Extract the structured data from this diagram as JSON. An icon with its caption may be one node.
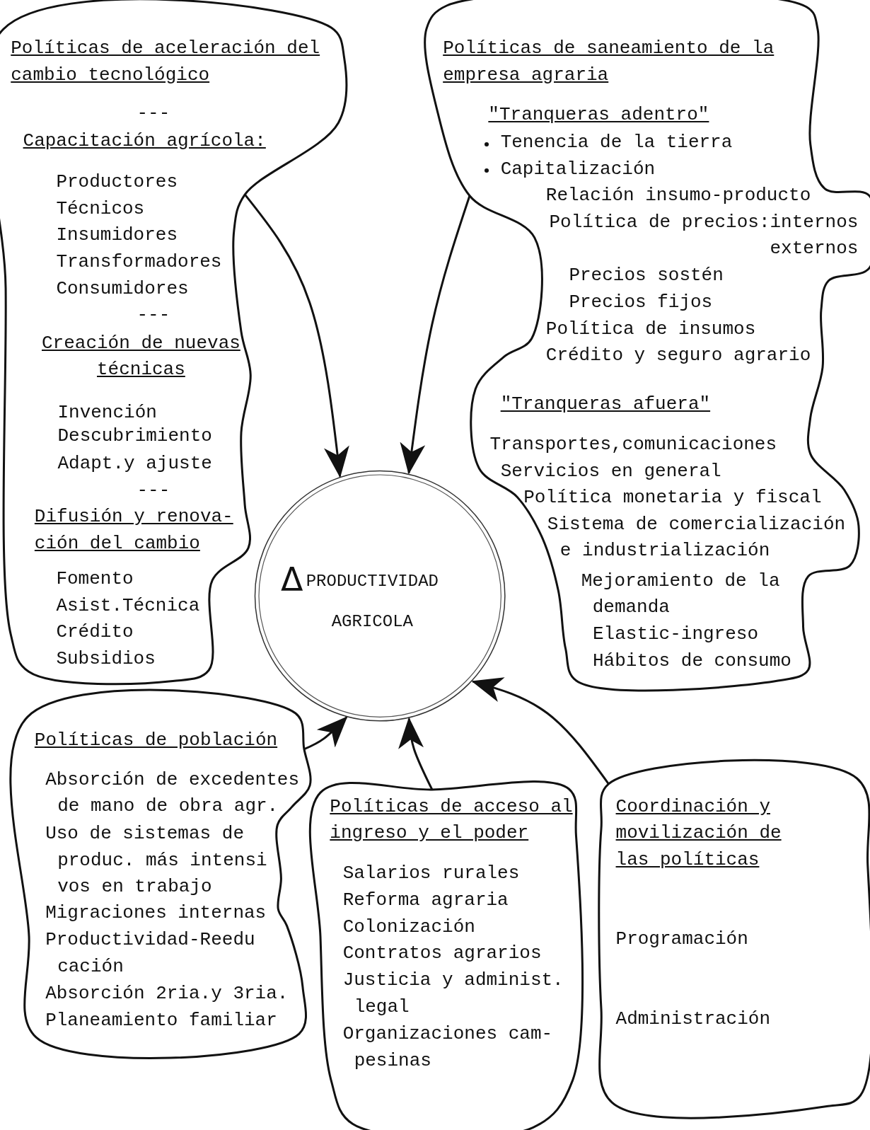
{
  "diagram": {
    "nodes": [
      {
        "text": [
          "Políticas de aceleración del cambio tecnológico",
          "---",
          "Capacitación agrícola:",
          "Productores",
          "Técnicos",
          "Insumidores",
          "Transformadores",
          "Consumidores",
          "---",
          "Creación de nuevas técnicas",
          "Invención",
          "Descubrimiento",
          "Adapt.y ajuste",
          "---",
          "Difusión y renova- ción del cambio",
          "Fomento",
          "Asist.Técnica",
          "Crédito",
          "Subsidios"
        ]
      },
      {
        "text": [
          "Políticas de saneamiento de la empresa agraria",
          "\"Tranqueras adentro\"",
          "Tenencia de la tierra",
          "Capitalización",
          "Relación insumo-producto",
          "Política de precios:internos externos",
          "Precios sostén",
          "Precios fijos",
          "Política de insumos",
          "Crédito y seguro agrario",
          "\"Tranqueras afuera\"",
          "Transportes,comunicaciones",
          "Servicios en general",
          "Política monetaria y fiscal",
          "Sistema de comercialización e industrialización",
          "Mejoramiento de la demanda",
          "Elastic-ingreso",
          "Hábitos de consumo"
        ]
      },
      {
        "text": [
          "Δ",
          "PRODUCTIVIDAD AGRICOLA"
        ]
      },
      {
        "text": [
          "Políticas de población",
          "Absorción de excedentes de mano de obra agr.",
          "Uso de sistemas de produc. más intensi vos en trabajo",
          "Migraciones internas",
          "Productividad-Reedu cación",
          "Absorción 2ria.y 3ria.",
          "Planeamiento familiar"
        ]
      },
      {
        "text": [
          "Políticas de acceso al ingreso y el poder",
          "Salarios rurales",
          "Reforma agraria",
          "Colonización",
          "Contratos agrarios",
          "Justicia y administ. legal",
          "Organizaciones cam- pesinas"
        ]
      },
      {
        "text": [
          "Coordinación y movilización de las políticas",
          "Programación",
          "Administración"
        ]
      }
    ],
    "edges": [
      {
        "from": 0,
        "to": 2,
        "arrow": "to"
      },
      {
        "from": 1,
        "to": 2,
        "arrow": "to"
      },
      {
        "from": 3,
        "to": 2,
        "arrow": "to"
      },
      {
        "from": 4,
        "to": 2,
        "arrow": "to"
      },
      {
        "from": 5,
        "to": 2,
        "arrow": "to"
      }
    ]
  }
}
